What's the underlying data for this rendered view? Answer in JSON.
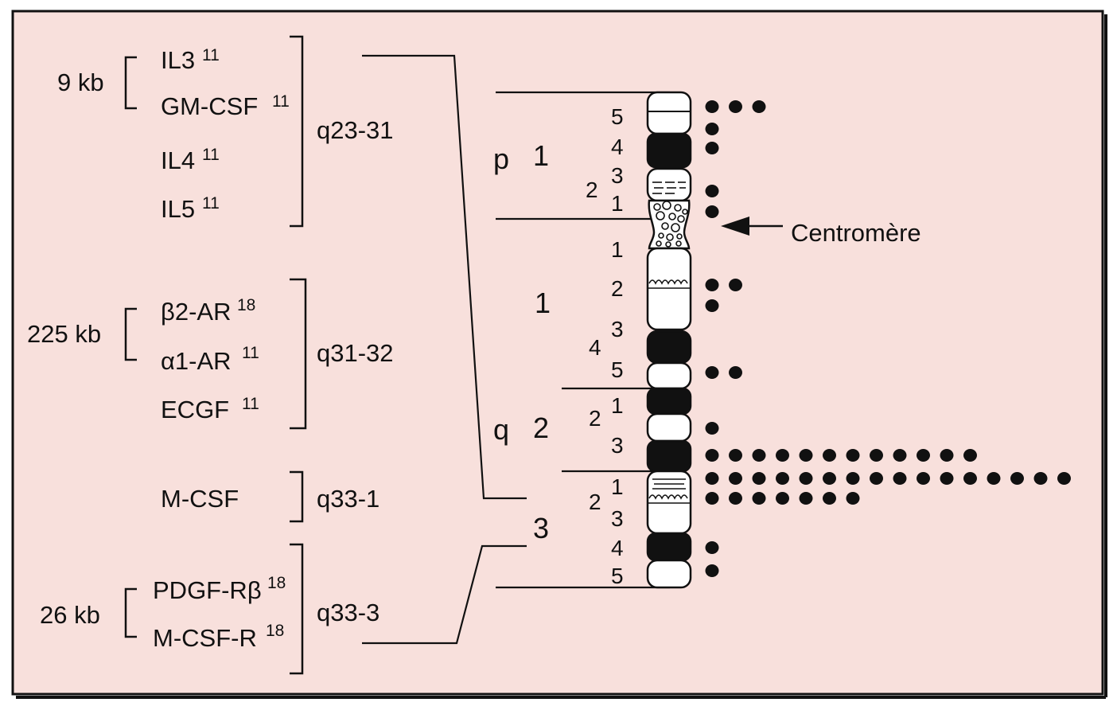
{
  "colors": {
    "background": "#f8e0dc",
    "ink": "#111111",
    "frame": "#111111"
  },
  "gene_groups": [
    {
      "band": "q23-31",
      "genes": [
        {
          "name": "IL3",
          "ref": "11"
        },
        {
          "name": "GM-CSF",
          "ref": "11"
        },
        {
          "name": "IL4",
          "ref": "11"
        },
        {
          "name": "IL5",
          "ref": "11"
        }
      ],
      "cluster": {
        "size": "9 kb",
        "genes": [
          0,
          1
        ]
      }
    },
    {
      "band": "q31-32",
      "genes": [
        {
          "name": "β2-AR",
          "ref": "18"
        },
        {
          "name": "α1-AR",
          "ref": "11"
        },
        {
          "name": "ECGF",
          "ref": "11"
        }
      ],
      "cluster": {
        "size": "225 kb",
        "genes": [
          0,
          1
        ]
      }
    },
    {
      "band": "q33-1",
      "genes": [
        {
          "name": "M-CSF",
          "ref": ""
        }
      ]
    },
    {
      "band": "q33-3",
      "genes": [
        {
          "name": "PDGF-Rβ",
          "ref": "18"
        },
        {
          "name": "M-CSF-R",
          "ref": "18"
        }
      ],
      "cluster": {
        "size": "26 kb",
        "genes": [
          0,
          1
        ]
      }
    }
  ],
  "arm_labels": {
    "p": "p",
    "q": "q",
    "regions": [
      "1",
      "1",
      "2",
      "3"
    ],
    "subregions": [
      "2",
      "4",
      "2",
      "2"
    ]
  },
  "band_numbers": [
    "5",
    "4",
    "3",
    "1",
    "1",
    "2",
    "3",
    "5",
    "1",
    "3",
    "1",
    "3",
    "4",
    "5"
  ],
  "chromosome_bands": [
    {
      "region": "p",
      "style": "white"
    },
    {
      "region": "p",
      "style": "black"
    },
    {
      "region": "p",
      "style": "dashed"
    },
    {
      "region": "centromere",
      "style": "stippled"
    },
    {
      "region": "q",
      "style": "white"
    },
    {
      "region": "q",
      "style": "black"
    },
    {
      "region": "q",
      "style": "white"
    },
    {
      "region": "q",
      "style": "black"
    },
    {
      "region": "q",
      "style": "white"
    },
    {
      "region": "q",
      "style": "black"
    },
    {
      "region": "q",
      "style": "white"
    },
    {
      "region": "q",
      "style": "black"
    },
    {
      "region": "q",
      "style": "white"
    }
  ],
  "centromere_label": "Centromère",
  "dot_rows": [
    3,
    1,
    1,
    1,
    1,
    2,
    1,
    2,
    1,
    12,
    16,
    7,
    1,
    1
  ]
}
